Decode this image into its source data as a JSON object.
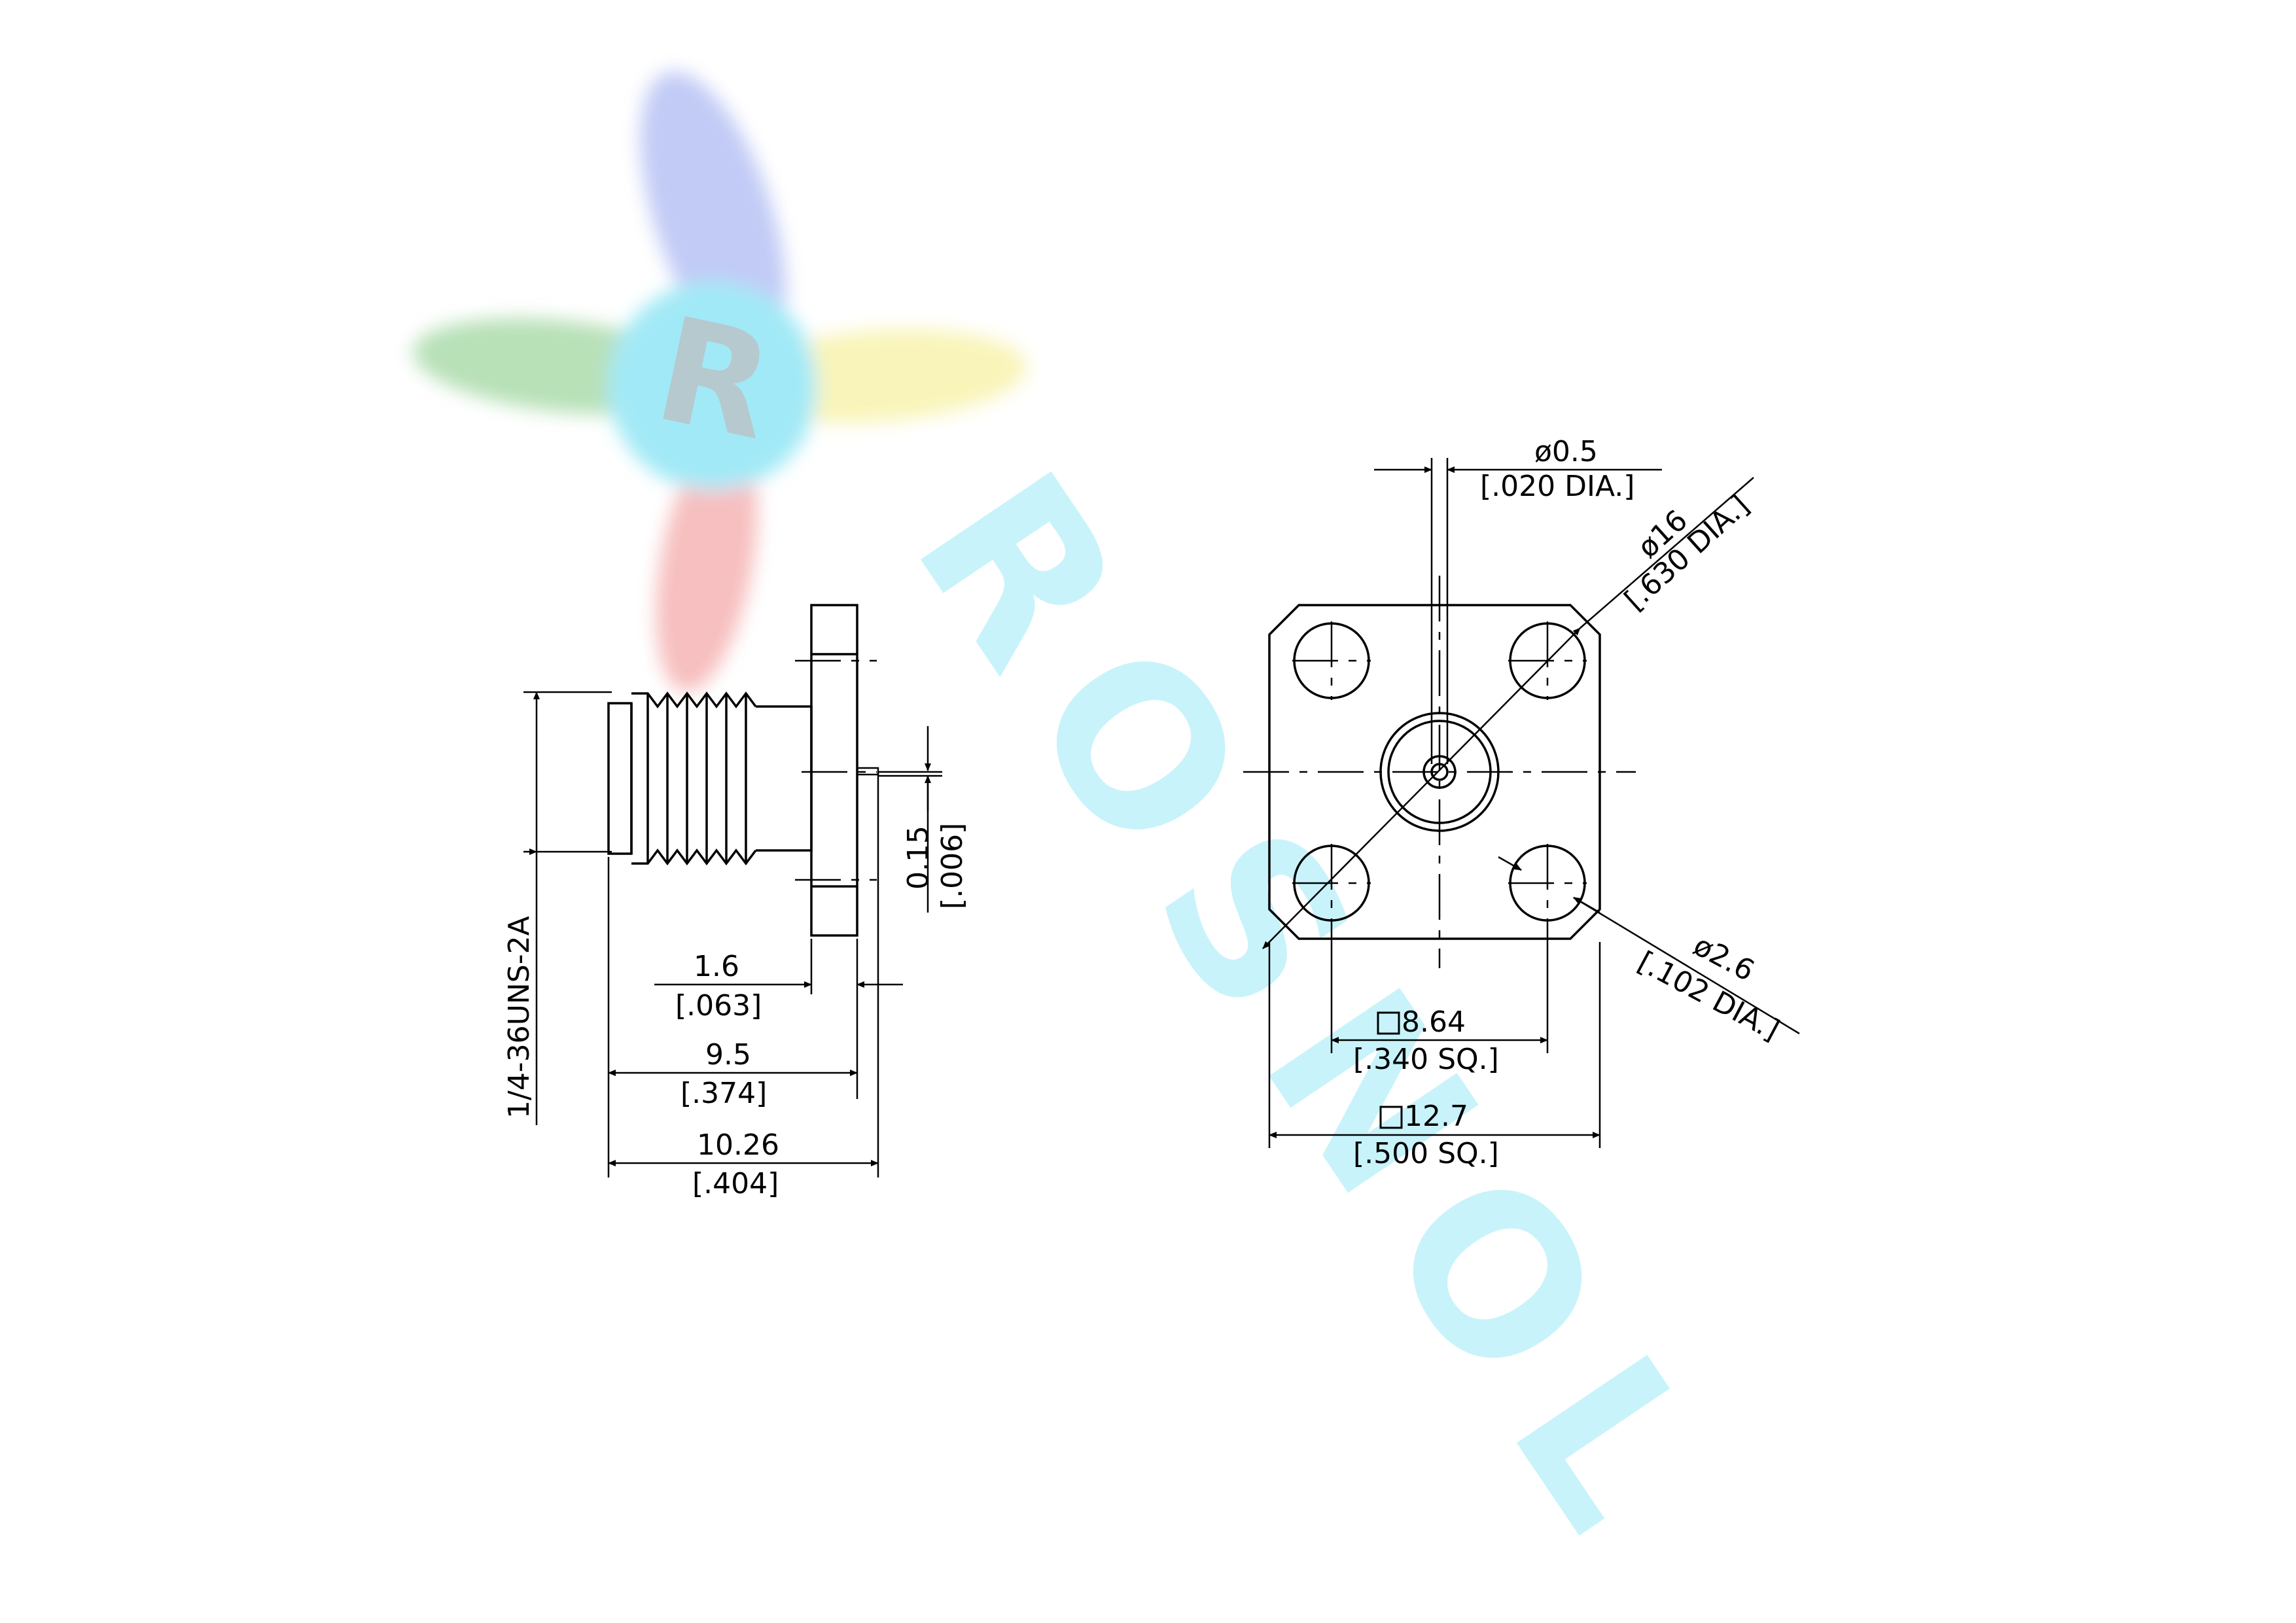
{
  "watermark": {
    "logo_letter": "R",
    "brand_text": "ROSNOL",
    "colors": {
      "blue": "#8fa0ee",
      "green": "#7ec87e",
      "yellow": "#f4ec80",
      "red": "#f08a8a",
      "cyan": "#55d8ef"
    }
  },
  "side_view": {
    "thread_spec": "1/4-36UNS-2A",
    "dims": {
      "flange_thickness": {
        "mm": "1.6",
        "inch": "[.063]"
      },
      "body_length": {
        "mm": "9.5",
        "inch": "[.374]"
      },
      "overall_length": {
        "mm": "10.26",
        "inch": "[.404]"
      },
      "pin_protrusion": {
        "mm": "0.15",
        "inch": "[.006]"
      }
    }
  },
  "front_view": {
    "dims": {
      "pin_diameter": {
        "mm": "ø0.5",
        "inch": "[.020 DIA.]"
      },
      "bolt_circle": {
        "mm": "ø16",
        "inch": "[.630 DIA.]"
      },
      "hole_diameter": {
        "mm": "ø2.6",
        "inch": "[.102 DIA.]"
      },
      "hole_spacing": {
        "mm": "8.64",
        "inch": "[.340 SQ.]"
      },
      "flange_size": {
        "mm": "12.7",
        "inch": "[.500 SQ.]"
      }
    }
  }
}
